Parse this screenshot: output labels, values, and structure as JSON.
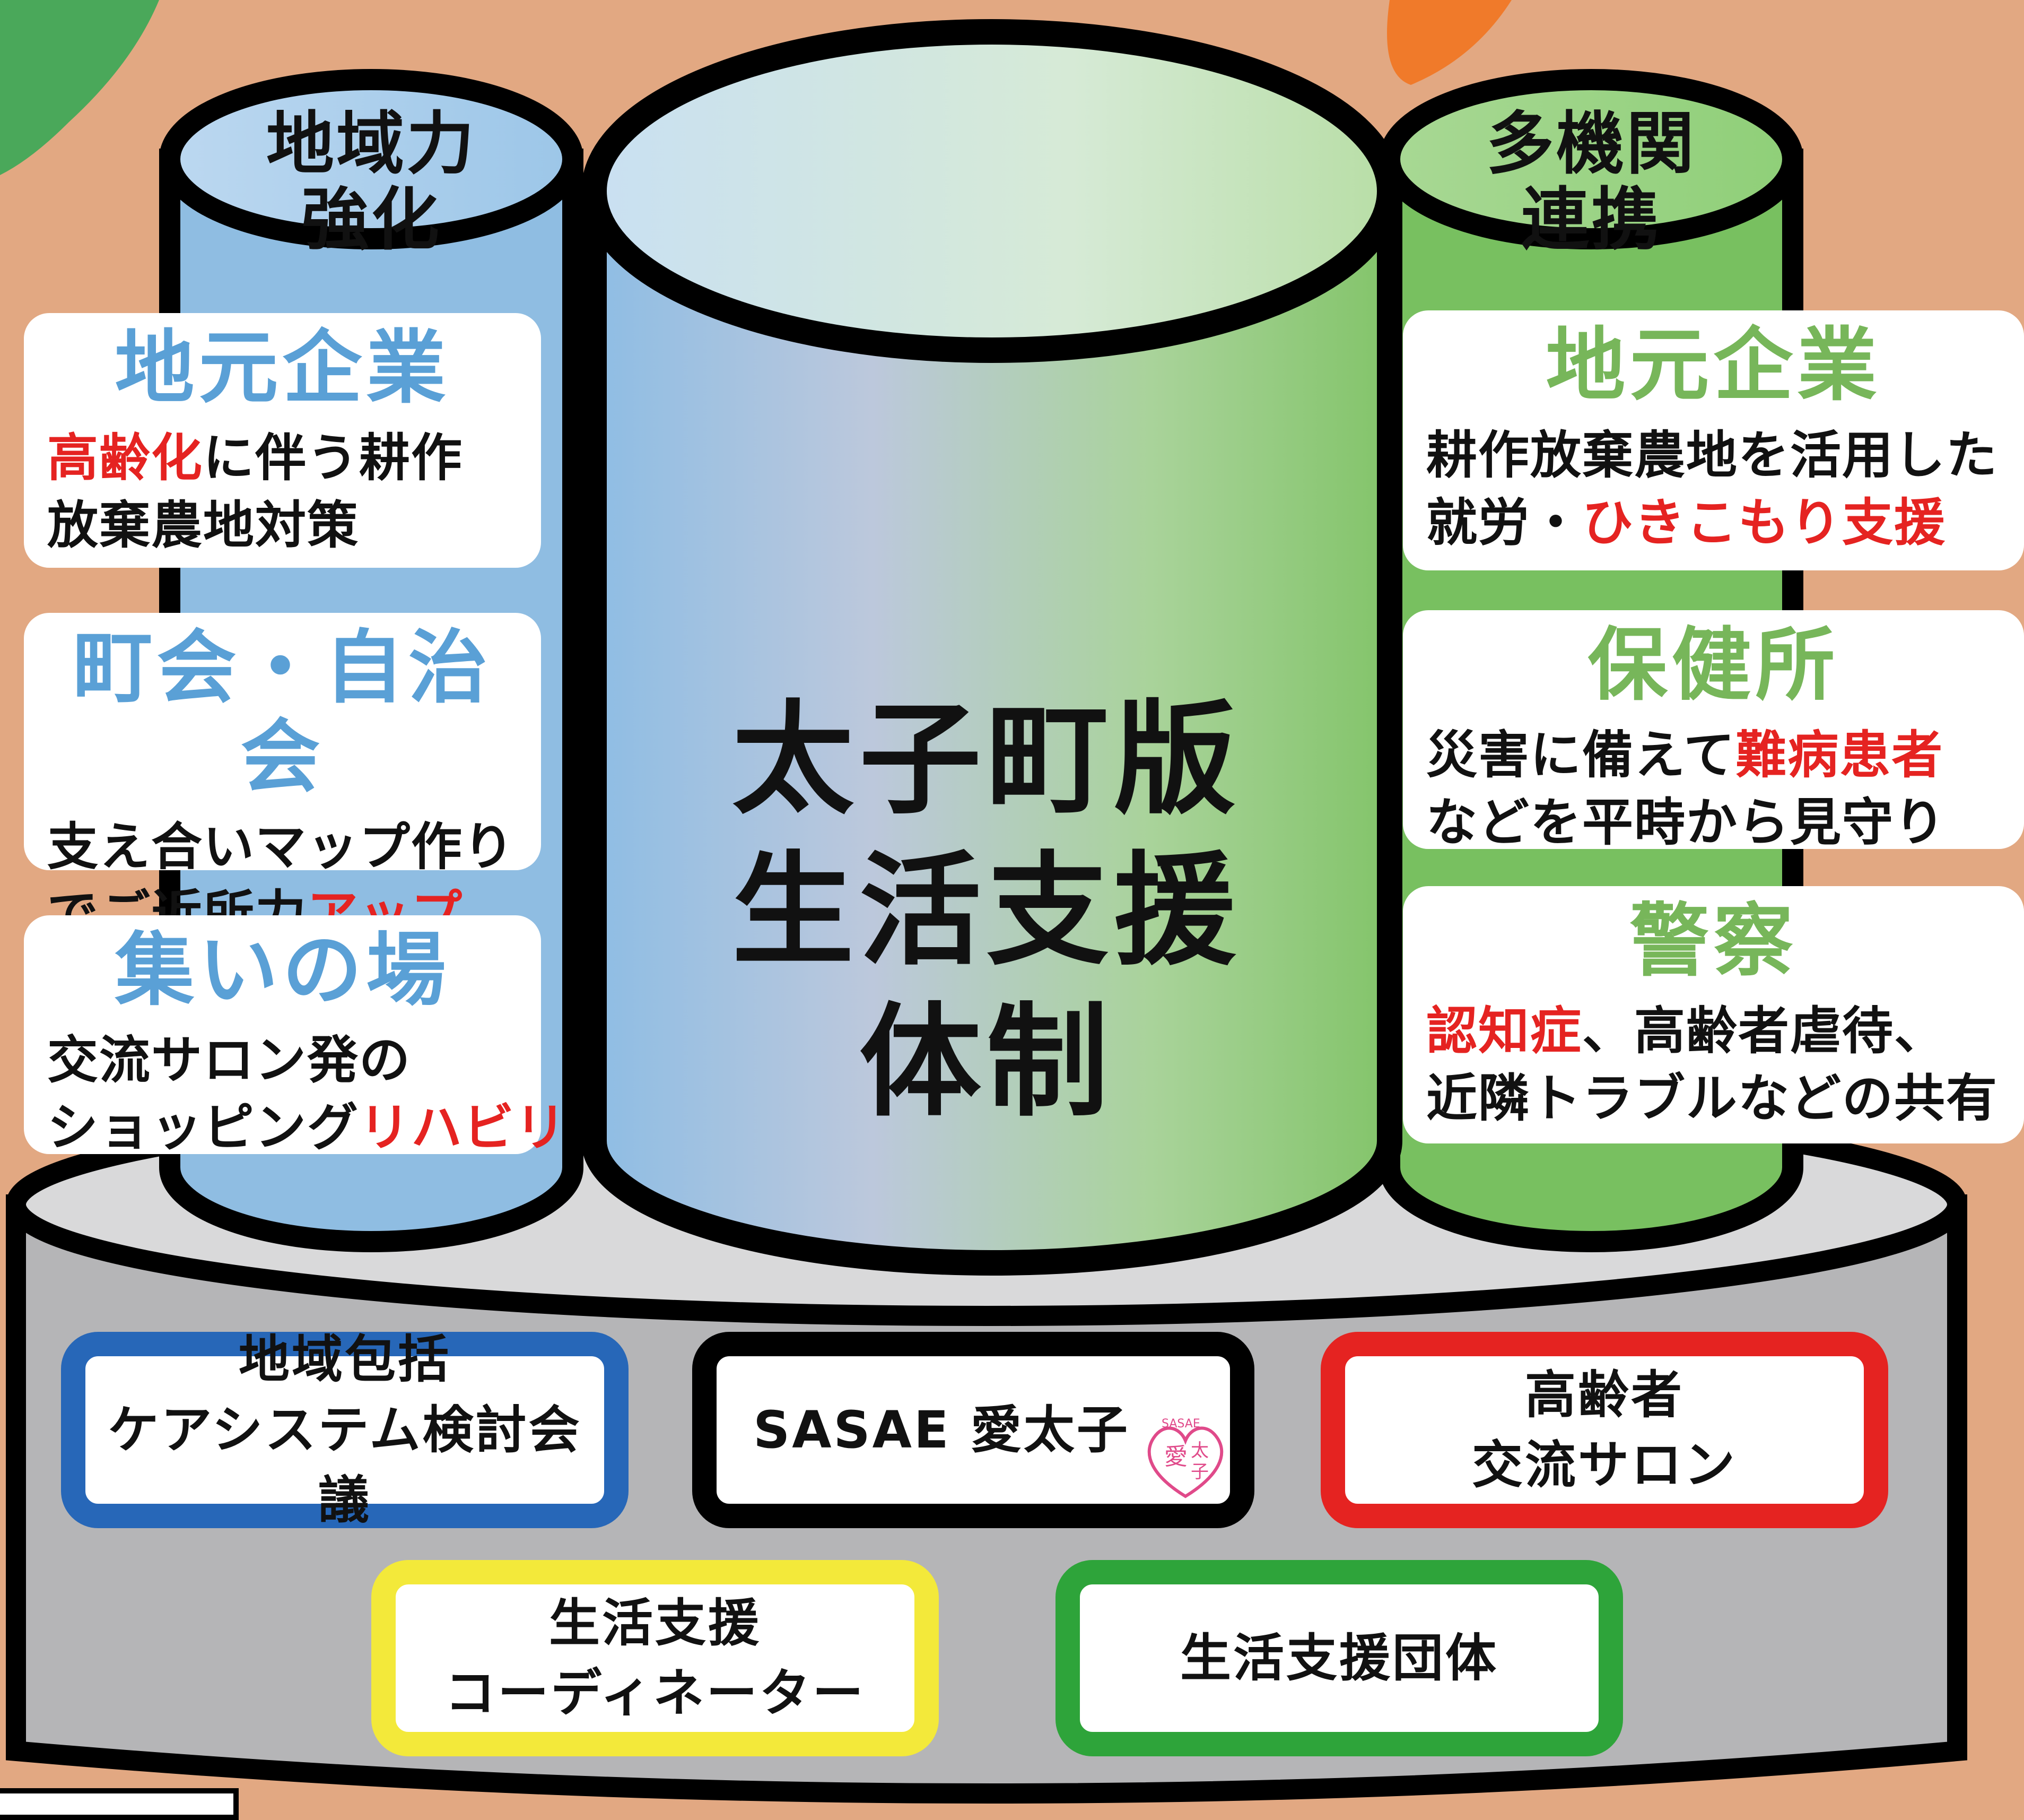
{
  "diagram": {
    "center_title": [
      "太子町版",
      "生活支援",
      "体制"
    ],
    "left_column": {
      "title": [
        "地域力",
        "強化"
      ],
      "cards": [
        {
          "title": "地元企業",
          "lines": [
            [
              {
                "t": "高齢化",
                "red": true
              },
              {
                "t": "に伴う耕作",
                "red": false
              }
            ],
            [
              {
                "t": "放棄農地対策",
                "red": false
              }
            ]
          ]
        },
        {
          "title": "町会・自治会",
          "lines": [
            [
              {
                "t": "支え合いマップ作り",
                "red": false
              }
            ],
            [
              {
                "t": "でご近所力",
                "red": false
              },
              {
                "t": "アップ",
                "red": true
              }
            ]
          ]
        },
        {
          "title": "集いの場",
          "lines": [
            [
              {
                "t": "交流サロン発の",
                "red": false
              }
            ],
            [
              {
                "t": "ショッピング",
                "red": false
              },
              {
                "t": "リハビリ",
                "red": true
              }
            ]
          ]
        }
      ]
    },
    "right_column": {
      "title": [
        "多機関",
        "連携"
      ],
      "cards": [
        {
          "title": "地元企業",
          "lines": [
            [
              {
                "t": "耕作放棄農地を活用した",
                "red": false
              }
            ],
            [
              {
                "t": "就労・",
                "red": false
              },
              {
                "t": "ひきこもり支援",
                "red": true
              }
            ]
          ]
        },
        {
          "title": "保健所",
          "lines": [
            [
              {
                "t": "災害に備えて",
                "red": false
              },
              {
                "t": "難病患者",
                "red": true
              }
            ],
            [
              {
                "t": "などを平時から見守り",
                "red": false
              }
            ]
          ]
        },
        {
          "title": "警察",
          "lines": [
            [
              {
                "t": "認知症",
                "red": true
              },
              {
                "t": "、高齢者虐待、",
                "red": false
              }
            ],
            [
              {
                "t": "近隣トラブルなどの共有",
                "red": false
              }
            ]
          ]
        }
      ]
    },
    "base_boxes": [
      {
        "id": "box-chiiki",
        "lines": [
          "地域包括",
          "ケアシステム検討会議"
        ],
        "border_color": "#2767b8"
      },
      {
        "id": "box-sasae",
        "lines": [
          "SASAE 愛太子"
        ],
        "border_color": "#000000"
      },
      {
        "id": "box-koreisha",
        "lines": [
          "高齢者",
          "交流サロン"
        ],
        "border_color": "#e52321"
      },
      {
        "id": "box-coordinator",
        "lines": [
          "生活支援",
          "コーディネーター"
        ],
        "border_color": "#f3e93a"
      },
      {
        "id": "box-dantai",
        "lines": [
          "生活支援団体"
        ],
        "border_color": "#2ea43a"
      }
    ],
    "logo_text": [
      "SASAE",
      "愛",
      "太",
      "子"
    ],
    "colors": {
      "background": "#e2a882",
      "left_cylinder": "#8fbde2",
      "right_cylinder": "#78c060",
      "base": "#b5b5b7",
      "red_text": "#e52321"
    }
  }
}
